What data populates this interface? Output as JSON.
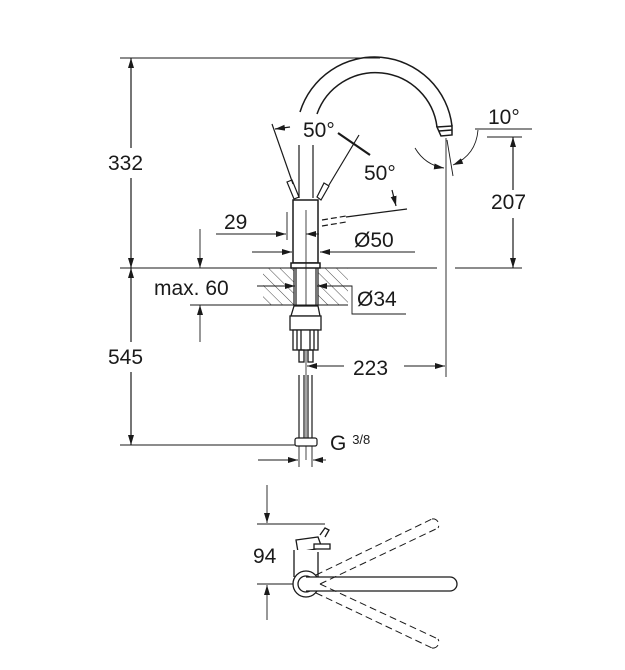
{
  "colors": {
    "line": "#1a1a1a",
    "background": "#ffffff"
  },
  "side_view": {
    "total_height_above_deck": "332",
    "below_deck_length": "545",
    "spout_height": "207",
    "spout_reach": "223",
    "lever_angle_left": "50°",
    "lever_angle_right": "50°",
    "spout_angle": "10°",
    "lever_offset": "29",
    "body_diameter": "Ø50",
    "max_deck_thickness": "max. 60",
    "hole_diameter": "Ø34",
    "connection_thread": "G",
    "connection_thread_fraction": "3/8"
  },
  "top_view": {
    "depth": "94"
  }
}
